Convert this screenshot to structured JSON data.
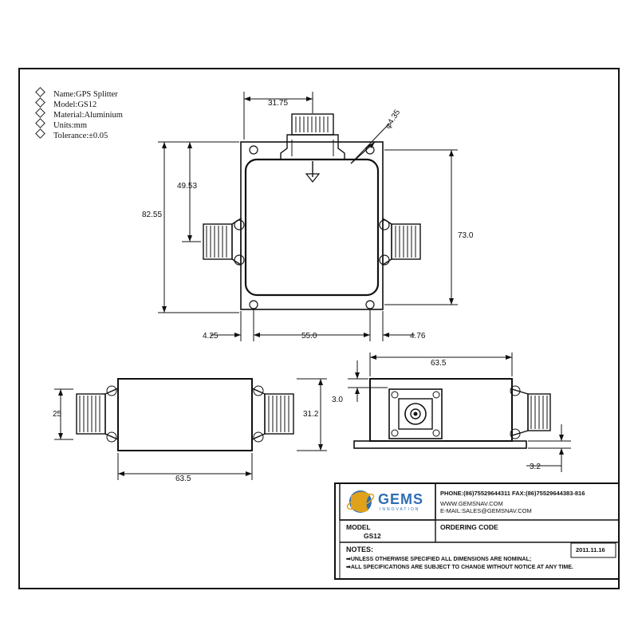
{
  "specs": [
    {
      "text": "Name:GPS Splitter"
    },
    {
      "text": "Model:GS12"
    },
    {
      "text": "Material:Aluminium"
    },
    {
      "text": "Units:mm"
    },
    {
      "text": "Tolerance:±0.05"
    }
  ],
  "dimensions": {
    "top_conn_width": "31.75",
    "hole_dia": "φ4.35",
    "height_to_port": "49.53",
    "overall_height": "82.55",
    "body_height": "73.0",
    "left_offset": "4.25",
    "hole_spacing": "55.0",
    "right_offset": "4.76",
    "side_length": "63.5",
    "flange_height": "3.0",
    "base_thickness": "3.2",
    "front_left_height": "25",
    "front_right_height": "31.2",
    "front_length": "63.5"
  },
  "title_block": {
    "logo_text": "GEMS",
    "logo_sub": "INNOVATION",
    "phone": "PHONE:(86)75529644311  FAX:(86)75529644383-816",
    "web": "WWW.GEMSNAV.COM",
    "email": "E-MAIL:SALES@GEMSNAV.COM",
    "model_label": "MODEL",
    "model_value": "GS12",
    "ordering_code_label": "ORDERING CODE",
    "notes_label": "NOTES:",
    "note1": "UNLESS OTHERWISE SPECIFIED ALL DIMENSIONS ARE NOMINAL;",
    "note2": "ALL SPECIFICATIONS ARE SUBJECT TO CHANGE WITHOUT NOTICE AT ANY TIME.",
    "date": "2011.11.16"
  },
  "colors": {
    "line": "#111111",
    "logo_blue": "#2f6db3",
    "logo_gold": "#e0a21b"
  }
}
